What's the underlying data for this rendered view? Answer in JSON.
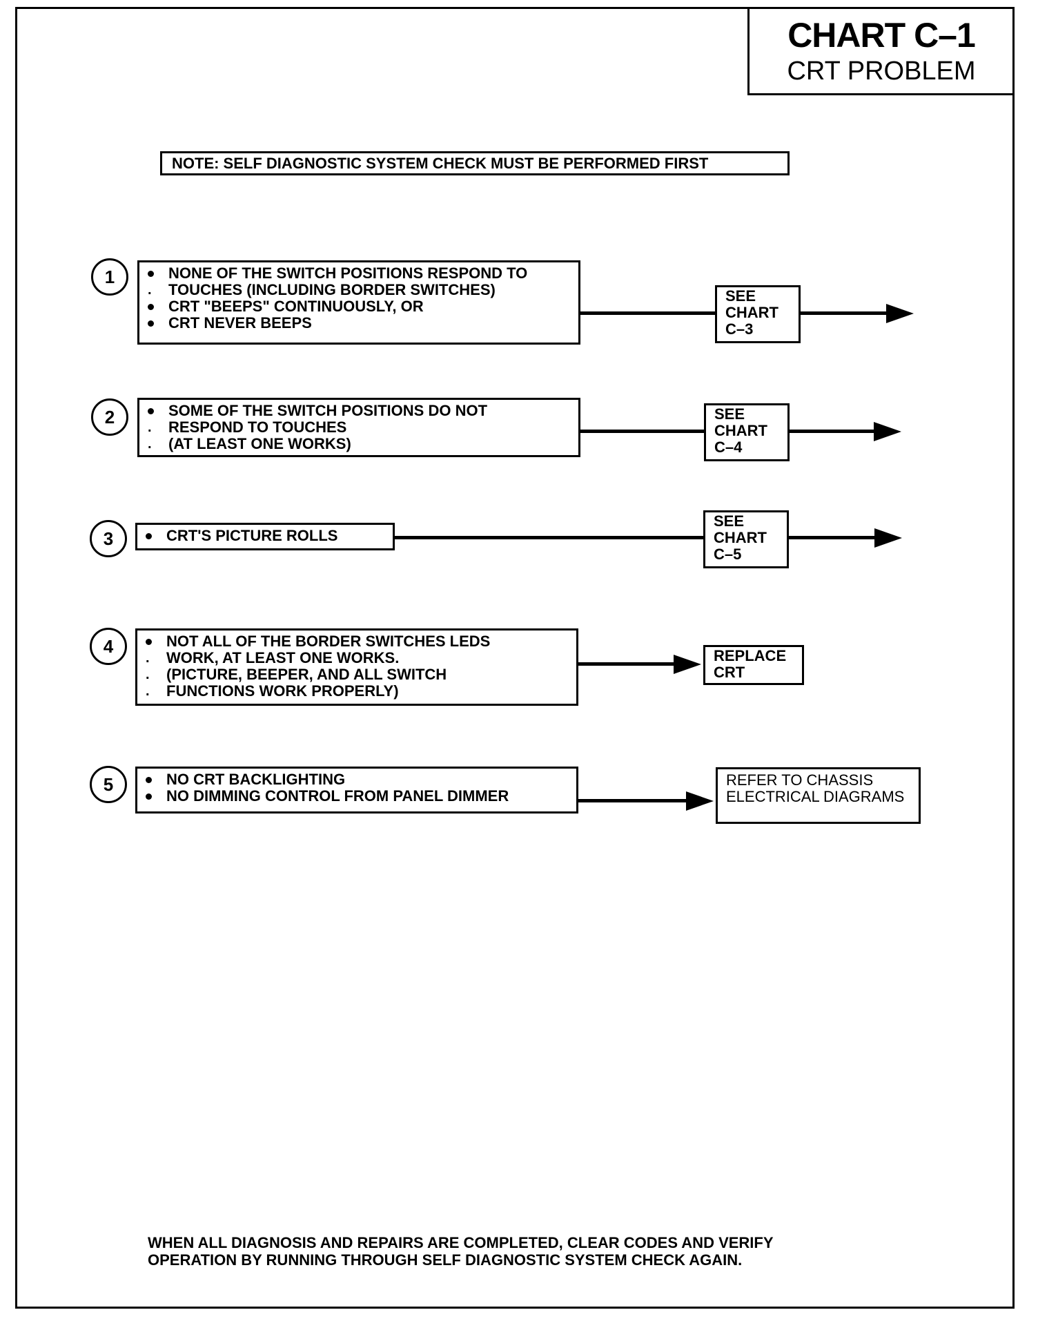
{
  "header": {
    "title": "CHART C–1",
    "subtitle": "CRT PROBLEM"
  },
  "note": "NOTE: SELF DIAGNOSTIC SYSTEM CHECK MUST BE PERFORMED FIRST",
  "rows": [
    {
      "number": "1",
      "lines": [
        {
          "mark": "bullet",
          "text": "NONE OF THE SWITCH POSITIONS RESPOND TO"
        },
        {
          "mark": ".",
          "text": "TOUCHES (INCLUDING BORDER SWITCHES)"
        },
        {
          "mark": "bullet",
          "text": "CRT \"BEEPS\" CONTINUOUSLY, OR"
        },
        {
          "mark": "bullet",
          "text": "CRT NEVER BEEPS"
        }
      ],
      "result": "SEE\nCHART\nC–3"
    },
    {
      "number": "2",
      "lines": [
        {
          "mark": "bullet",
          "text": "SOME OF THE SWITCH POSITIONS DO NOT"
        },
        {
          "mark": ".",
          "text": "RESPOND TO TOUCHES"
        },
        {
          "mark": ".",
          "text": "(AT LEAST ONE WORKS)"
        }
      ],
      "result": "SEE\nCHART\nC–4"
    },
    {
      "number": "3",
      "lines": [
        {
          "mark": "bullet",
          "text": "CRT'S PICTURE ROLLS"
        }
      ],
      "result": "SEE\nCHART\nC–5"
    },
    {
      "number": "4",
      "lines": [
        {
          "mark": "bullet",
          "text": "NOT ALL OF THE BORDER SWITCHES LEDS"
        },
        {
          "mark": ".",
          "text": "WORK, AT LEAST ONE WORKS."
        },
        {
          "mark": ".",
          "text": "(PICTURE, BEEPER, AND ALL SWITCH"
        },
        {
          "mark": ".",
          "text": "FUNCTIONS WORK PROPERLY)"
        }
      ],
      "result": "REPLACE\nCRT"
    },
    {
      "number": "5",
      "lines": [
        {
          "mark": "bullet",
          "text": "NO CRT BACKLIGHTING"
        },
        {
          "mark": "bullet",
          "text": "NO DIMMING CONTROL FROM PANEL DIMMER"
        }
      ],
      "result": "REFER TO CHASSIS\nELECTRICAL DIAGRAMS"
    }
  ],
  "footer": {
    "line1": "WHEN ALL DIAGNOSIS AND REPAIRS ARE COMPLETED, CLEAR CODES AND VERIFY",
    "line2": "OPERATION BY RUNNING THROUGH SELF DIAGNOSTIC SYSTEM CHECK AGAIN."
  }
}
